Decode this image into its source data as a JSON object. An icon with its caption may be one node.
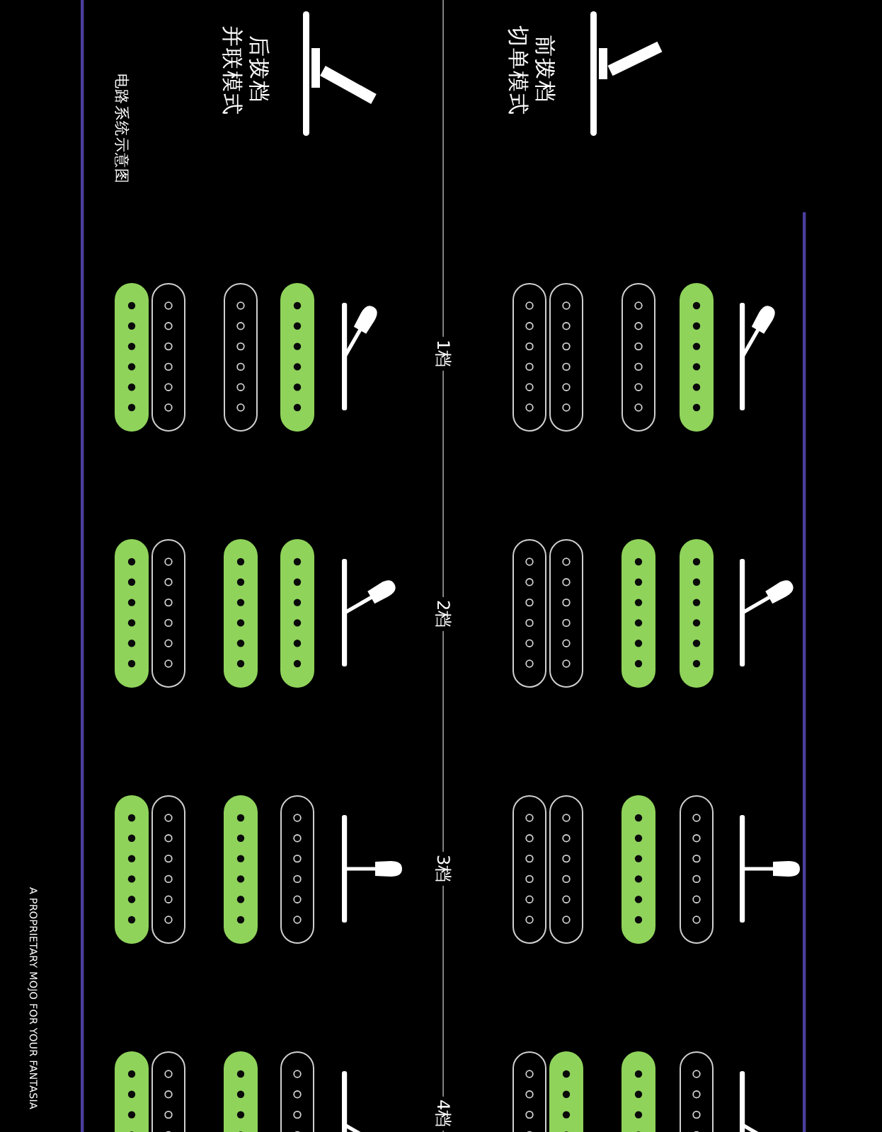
{
  "diagram": {
    "title": "电路系统示意图",
    "labels": [
      "前拨档",
      "切单模式",
      "后拨档",
      "并联模式",
      "1档",
      "2档",
      "3档",
      "4档",
      "A PROPRIETARY MOJO FOR YOUR FANTASIA"
    ]
  }
}
